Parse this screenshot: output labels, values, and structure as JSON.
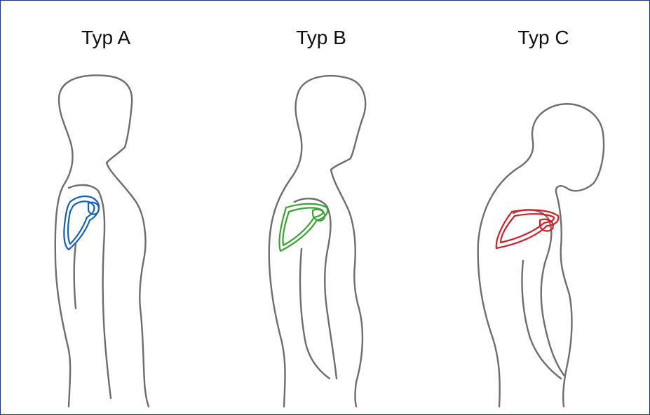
{
  "figure": {
    "panels": [
      {
        "label": "Typ A",
        "scapula_color": "#1a5fb4"
      },
      {
        "label": "Typ B",
        "scapula_color": "#3aa335"
      },
      {
        "label": "Typ C",
        "scapula_color": "#d11f2a"
      }
    ]
  }
}
